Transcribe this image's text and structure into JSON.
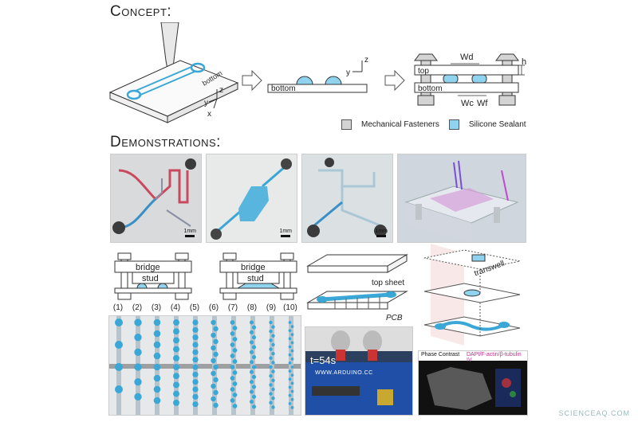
{
  "headings": {
    "concept": "Concept:",
    "demonstrations": "Demonstrations:"
  },
  "concept": {
    "bottom_block_label": "bottom",
    "axes_3d": {
      "x": "x",
      "y": "y",
      "z": "z"
    },
    "axes_2d": {
      "y": "y",
      "z": "z"
    },
    "cross_section_bottom": "bottom",
    "assembly": {
      "top": "top",
      "bottom": "bottom",
      "h": "h",
      "wd": "Wd",
      "wc": "Wc",
      "wf": "Wf"
    },
    "legend": [
      {
        "label": "Mechanical Fasteners",
        "color": "#d4d4d4"
      },
      {
        "label": "Silicone Sealant",
        "color": "#8fd3ef"
      }
    ]
  },
  "photos_scale": "1mm",
  "bridge_diagrams": [
    {
      "bridge": "bridge",
      "stud": "stud"
    },
    {
      "bridge": "bridge",
      "stud": "stud"
    }
  ],
  "pcb_diagram": {
    "top_sheet": "top sheet",
    "pcb": "PCB"
  },
  "transwell_label": "transwell",
  "droplet_numbers": [
    "(1)",
    "(2)",
    "(3)",
    "(4)",
    "(5)",
    "(6)",
    "(7)",
    "(8)",
    "(9)",
    "(10)"
  ],
  "arduino_photo": {
    "time": "t=54s",
    "board_text": "WWW.ARDUINO.CC"
  },
  "microscopy": {
    "phase_contrast": "Phase Contrast",
    "stain_label": "DAPI/F-actin/β-tubulin IV"
  },
  "watermark": "SCIENCEAQ.COM",
  "colors": {
    "sealant": "#8fd3ef",
    "channel_blue": "#3aa7d6",
    "fastener": "#d4d4d4"
  }
}
